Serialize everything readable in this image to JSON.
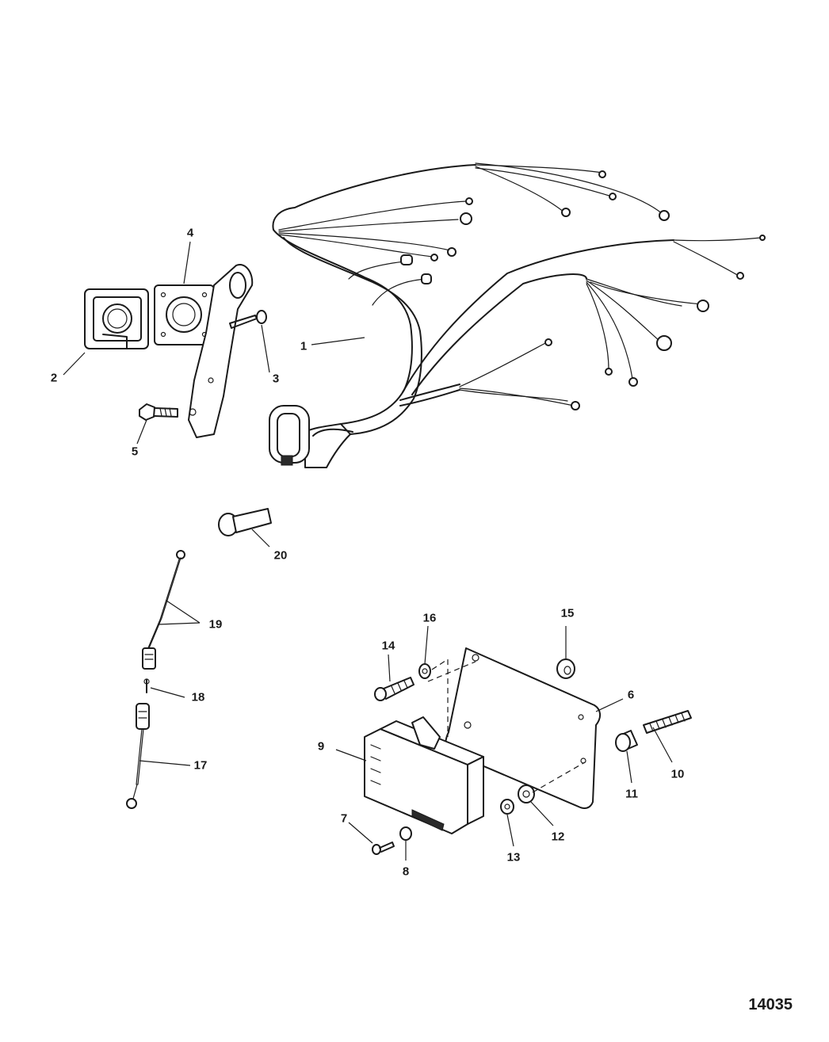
{
  "callouts": [
    "1",
    "2",
    "3",
    "4",
    "5",
    "6",
    "7",
    "8",
    "9",
    "10",
    "11",
    "12",
    "13",
    "14",
    "15",
    "16",
    "17",
    "18",
    "19",
    "20"
  ],
  "figure_number": "14035"
}
